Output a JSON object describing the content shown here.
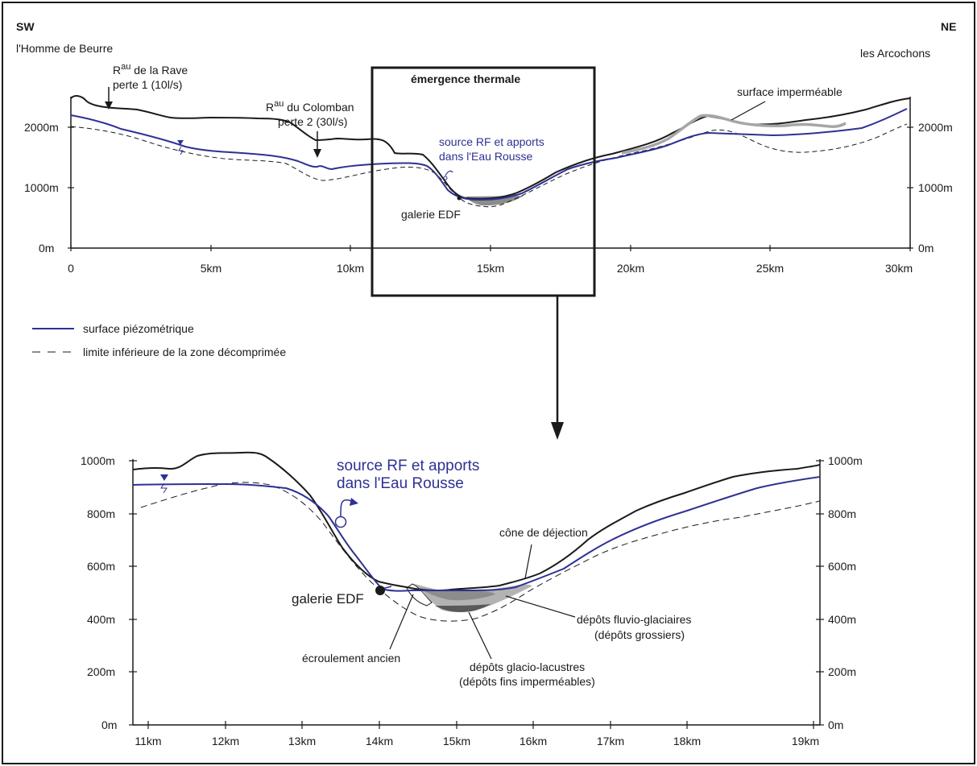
{
  "top": {
    "dir_left": "SW",
    "dir_right": "NE",
    "place_left": "l'Homme de Beurre",
    "place_right": "les Arcochons",
    "box_title": "émergence thermale",
    "rave_line1": "R",
    "rave_sup": "au",
    "rave_rest": " de la Rave",
    "rave_line2": "perte 1 (10l/s)",
    "colomban_line1": "R",
    "colomban_sup": "au",
    "colomban_rest": " du Colomban",
    "colomban_line2": "perte 2 (30l/s)",
    "source_line1": "source RF et apports",
    "source_line2": "dans l'Eau Rousse",
    "galerie": "galerie EDF",
    "surface_imp": "surface imperméable",
    "y_ticks_left": [
      "2000m",
      "1000m",
      "0m"
    ],
    "y_ticks_right": [
      "2000m",
      "1000m",
      "0m"
    ],
    "x_ticks": [
      "0",
      "5km",
      "10km",
      "15km",
      "20km",
      "25km",
      "30km"
    ]
  },
  "legend": {
    "piezo": "surface piézométrique",
    "decomp": "limite inférieure de la zone décomprimée"
  },
  "detail": {
    "source_line1": "source RF et apports",
    "source_line2": "dans l'Eau Rousse",
    "galerie": "galerie EDF",
    "cone": "cône de déjection",
    "fluvio_line1": "dépôts fluvio-glaciaires",
    "fluvio_line2": "(dépôts grossiers)",
    "glacio_line1": "dépôts glacio-lacustres",
    "glacio_line2": "(dépôts fins imperméables)",
    "ecroulement": "écroulement ancien",
    "y_ticks_left": [
      "1000m",
      "800m",
      "600m",
      "400m",
      "200m",
      "0m"
    ],
    "y_ticks_right": [
      "1000m",
      "800m",
      "600m",
      "400m",
      "200m",
      "0m"
    ],
    "x_ticks": [
      "11km",
      "12km",
      "13km",
      "14km",
      "15km",
      "16km",
      "17km",
      "18km",
      "19km"
    ]
  },
  "colors": {
    "piezo": "#2e3192",
    "topo": "#1a1a1a",
    "impermeable": "#a6a6a6",
    "fluvio": "#b3b3b3",
    "glacio": "#595959"
  }
}
